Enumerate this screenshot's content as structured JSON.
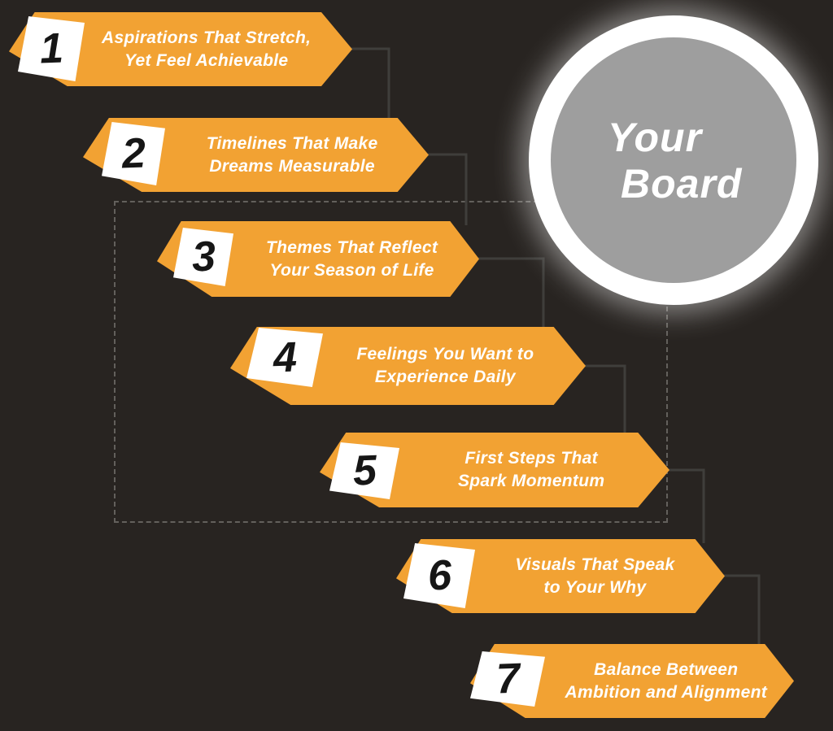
{
  "title": {
    "line1": "Your",
    "line2": "Board"
  },
  "steps": [
    {
      "number": "1",
      "line1": "Aspirations That Stretch,",
      "line2": "Yet Feel Achievable"
    },
    {
      "number": "2",
      "line1": "Timelines That Make",
      "line2": "Dreams Measurable"
    },
    {
      "number": "3",
      "line1": "Themes That Reflect",
      "line2": "Your Season of Life"
    },
    {
      "number": "4",
      "line1": "Feelings You Want to",
      "line2": "Experience Daily"
    },
    {
      "number": "5",
      "line1": "First Steps That",
      "line2": "Spark Momentum"
    },
    {
      "number": "6",
      "line1": "Visuals That Speak",
      "line2": "to Your Why"
    },
    {
      "number": "7",
      "line1": "Balance Between",
      "line2": "Ambition and Alignment"
    }
  ],
  "colors": {
    "background": "#282421",
    "orange": "#F2A233",
    "circle_gray": "#9E9E9E",
    "connector": "#3F3E3B",
    "dashed": "#63605C",
    "number_ink": "#161616",
    "plate_white": "#FFFFFF",
    "text_white": "#FFFFFF"
  }
}
